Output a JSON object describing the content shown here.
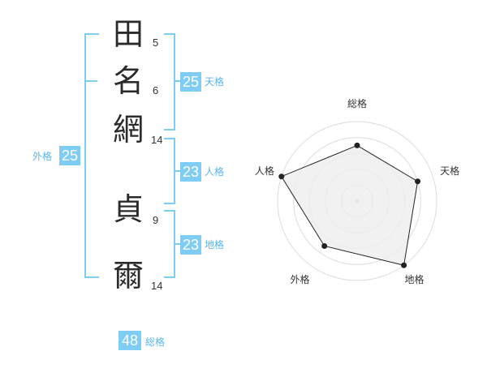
{
  "name": {
    "chars": [
      {
        "char": "田",
        "strokes": "5"
      },
      {
        "char": "名",
        "strokes": "6"
      },
      {
        "char": "網",
        "strokes": "14"
      },
      {
        "char": "貞",
        "strokes": "9"
      },
      {
        "char": "爾",
        "strokes": "14"
      }
    ]
  },
  "kaku": {
    "tenkaku": {
      "value": "25",
      "label": "天格"
    },
    "jinkaku": {
      "value": "23",
      "label": "人格"
    },
    "chikaku": {
      "value": "23",
      "label": "地格"
    },
    "gaikaku": {
      "value": "25",
      "label": "外格"
    },
    "soukaku": {
      "value": "48",
      "label": "総格"
    }
  },
  "chart_data": {
    "type": "radar",
    "axes": [
      "総格",
      "天格",
      "地格",
      "外格",
      "人格"
    ],
    "values": [
      0.7,
      0.8,
      1.0,
      0.7,
      1.0
    ],
    "rings": 5,
    "colors": {
      "stroke": "#222222",
      "fill": "#eeeeee",
      "grid": "#dddddd"
    }
  },
  "colors": {
    "accent": "#7fcdf5",
    "label": "#5ab6ea"
  }
}
